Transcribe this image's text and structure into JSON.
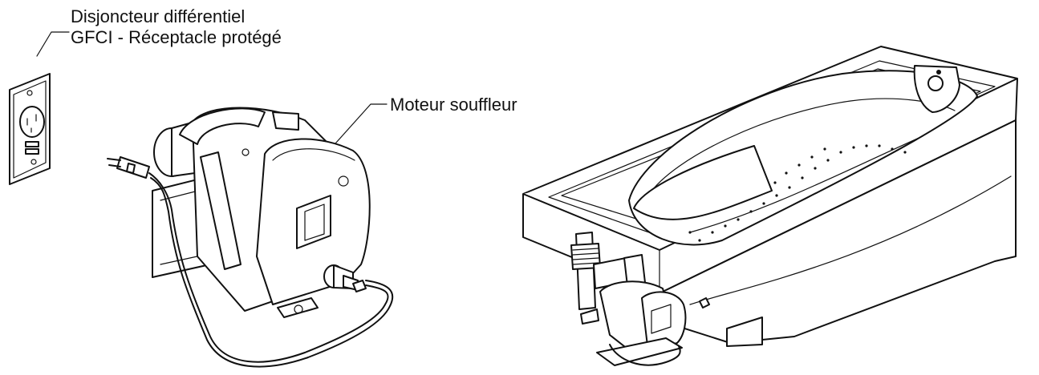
{
  "labels": {
    "gfci_line1": "Disjoncteur différentiel",
    "gfci_line2": "GFCI - Réceptacle protégé",
    "motor": "Moteur souffleur"
  }
}
